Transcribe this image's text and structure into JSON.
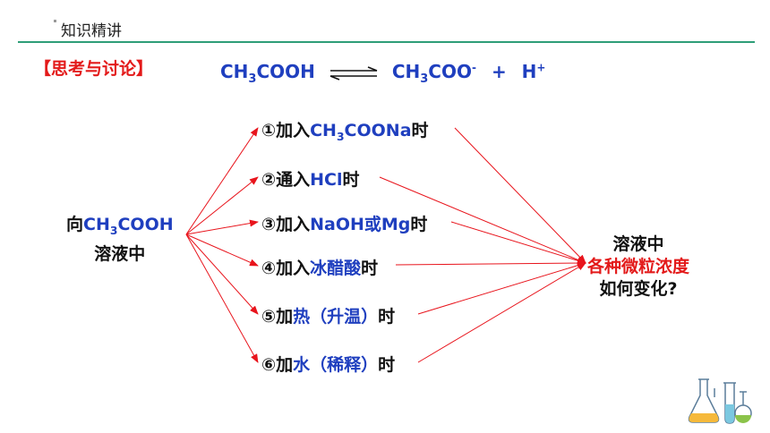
{
  "header": {
    "title": "知识精讲"
  },
  "discussion_label": "【思考与讨论】",
  "equation": {
    "left_main": "CH",
    "left_sub": "3",
    "left_rest": "COOH",
    "right1_main": "CH",
    "right1_sub": "3",
    "right1_rest": "COO",
    "right1_sup": "-",
    "plus": "+",
    "right2_main": "H",
    "right2_sup": "+"
  },
  "left_label": {
    "prefix": "向",
    "formula_main": "CH",
    "formula_sub": "3",
    "formula_rest": "COOH",
    "line2": "溶液中"
  },
  "conditions": [
    {
      "num": "①加入",
      "blue_main": "CH",
      "blue_sub": "3",
      "blue_rest": "COONa",
      "suffix": "时"
    },
    {
      "num": "②通入",
      "blue": "HCl",
      "suffix": "时"
    },
    {
      "num": "③加入",
      "blue": "NaOH或Mg",
      "suffix": "时"
    },
    {
      "num": "④加入",
      "blue": "冰醋酸",
      "suffix": "时"
    },
    {
      "num": "⑤加",
      "blue": "热",
      "mid": "（升温）",
      "suffix": "时"
    },
    {
      "num": "⑥加",
      "blue": "水",
      "mid": "（稀释）",
      "suffix": "时"
    }
  ],
  "right_label": {
    "line1": "溶液中",
    "line2": "各种微粒浓度",
    "line3": "如何变化?"
  },
  "colors": {
    "accent_green": "#2e9e78",
    "red": "#e31a1a",
    "blue": "#1f3fbf",
    "arrow": "#e8141c"
  }
}
